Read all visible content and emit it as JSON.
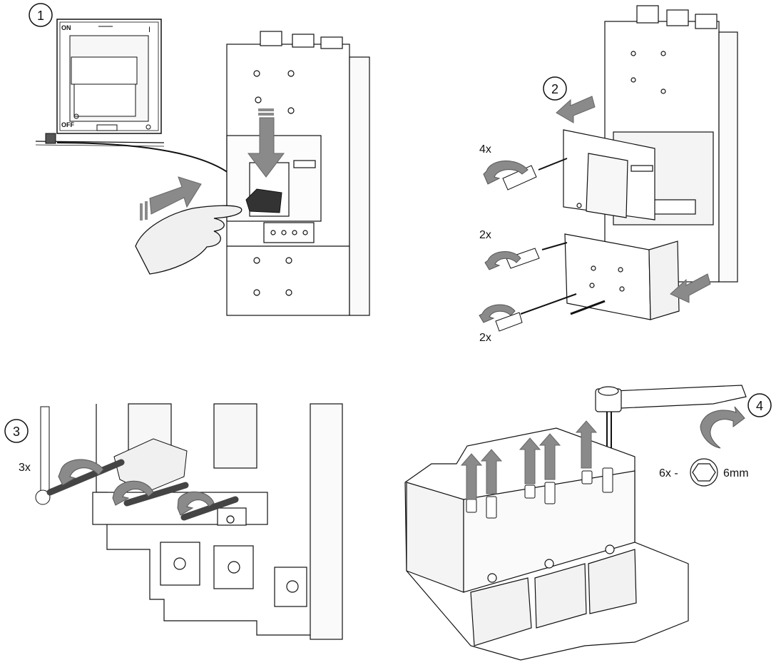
{
  "steps": [
    {
      "number": "1",
      "inset_on": "ON",
      "inset_off": "OFF",
      "inset_pos": "I"
    },
    {
      "number": "2",
      "screw_counts": [
        "4x",
        "2x",
        "2x"
      ]
    },
    {
      "number": "3",
      "rod_count": "3x"
    },
    {
      "number": "4",
      "screw_spec_count": "6x -",
      "hex_size": "6mm"
    }
  ],
  "colors": {
    "ink": "#111111",
    "arrow": "#8a8a8a",
    "paper": "#ffffff",
    "light_fill": "#f2f2f2"
  },
  "icons": [
    "hand-icon",
    "rotate-arrow-icon",
    "hex-socket-icon",
    "ratchet-wrench-icon",
    "screwdriver-icon"
  ]
}
